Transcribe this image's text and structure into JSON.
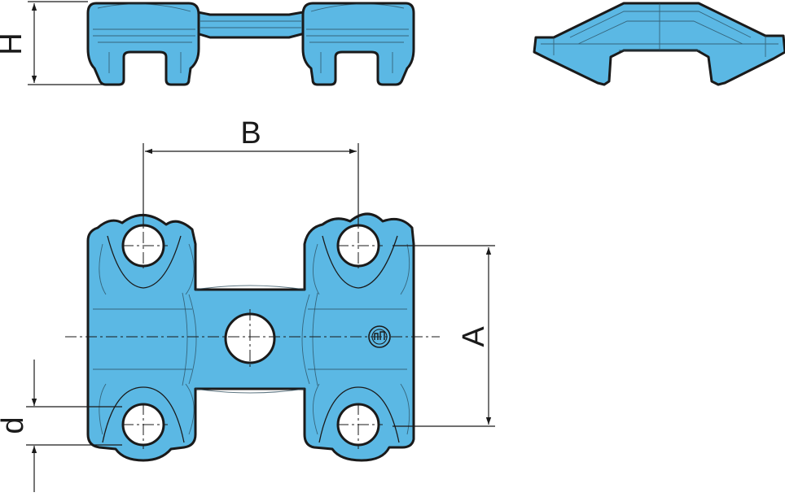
{
  "colors": {
    "part_fill": "#5bb8e4",
    "part_shade": "#3f9fcf",
    "outline": "#1a1a1a",
    "background": "#ffffff"
  },
  "dimensions": {
    "H": "H",
    "B": "B",
    "A": "A",
    "d": "d"
  },
  "logo": {
    "name": "manufacturer-logo-emblem"
  }
}
